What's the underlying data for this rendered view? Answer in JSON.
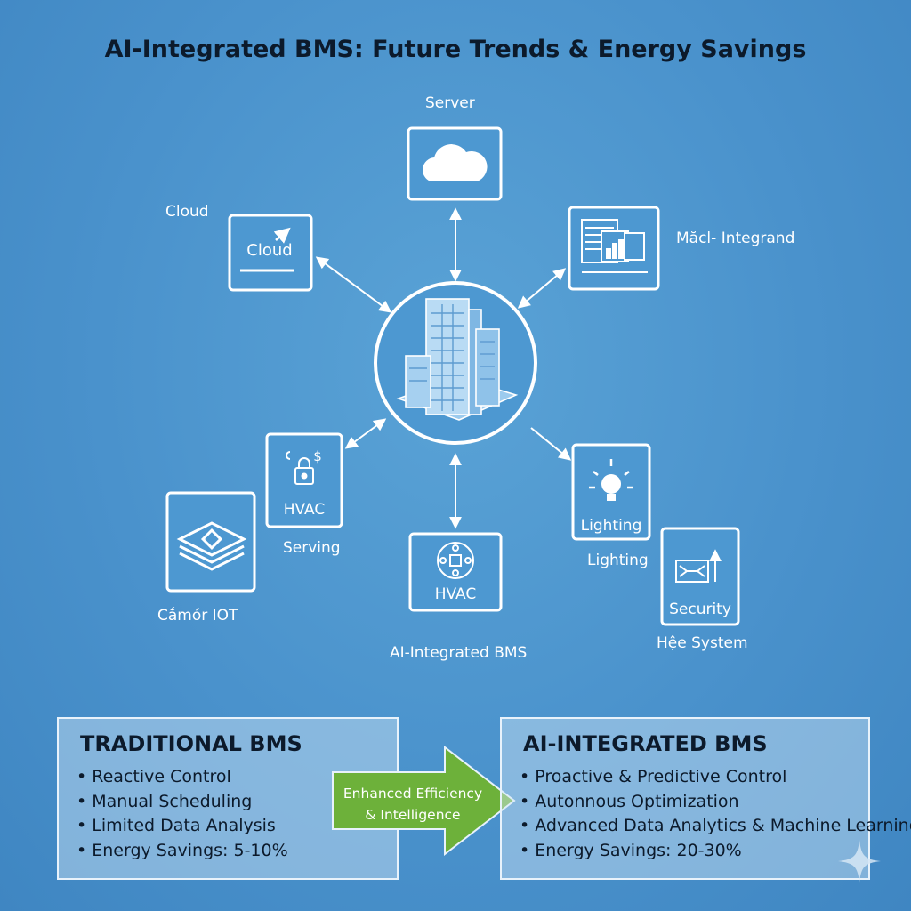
{
  "title": "AI-Integrated BMS: Future Trends & Energy Savings",
  "nodes": {
    "server_label": "Server",
    "cloud_label": "Cloud",
    "cloud_box_text": "Cloud",
    "macl_label": "Măcl- Integrand",
    "hvac_left_box_text": "HVAC",
    "hvac_left_box_glyph": "$",
    "serving_label": "Serving",
    "camor_label": "Cắmór IOT",
    "hvac_bottom_box_text": "HVAC",
    "ai_bms_label": "AI-Integrated BMS",
    "lighting_box_text": "Lighting",
    "lighting_label": "Lighting",
    "security_box_text": "Security",
    "he_system_label": "Hệe System"
  },
  "traditional": {
    "heading": "TRADITIONAL BMS",
    "items": [
      "Reactive Control",
      "Manual Scheduling",
      "Limited Data Analysis",
      "Energy Savings: 5-10%"
    ]
  },
  "arrow": {
    "line1": "Enhanced Efficiency",
    "line2": "& Intelligence"
  },
  "ai": {
    "heading": "AI-INTEGRATED BMS",
    "items": [
      "Proactive & Predictive Control",
      "Autonnous Optimization",
      "Advanced Data Analytics & Machine Learning",
      "Energy Savings: 20-30%"
    ]
  },
  "colors": {
    "background": "#4a92cc",
    "arrow_green": "#6db13a",
    "title_text": "#0c1a2b"
  }
}
